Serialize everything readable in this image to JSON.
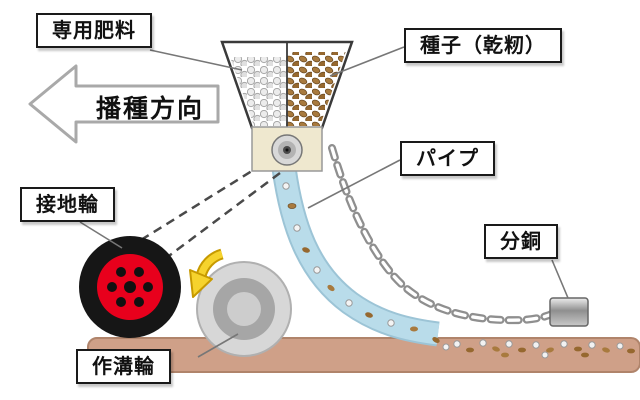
{
  "labels": {
    "fertilizer": "専用肥料",
    "seeds": "種子（乾籾）",
    "direction": "播種方向",
    "pipe": "パイプ",
    "ground_wheel": "接地輪",
    "weight": "分銅",
    "furrow_wheel": "作溝輪"
  },
  "colors": {
    "wheel_red": "#e8001c",
    "tire_black": "#161616",
    "pipe_blue": "#b9dcea",
    "ground_brown": "#cfa088",
    "arrow_yellow": "#f6d32d",
    "fertilizer_gray": "#ececec",
    "seed_brown": "#a87a3e"
  }
}
